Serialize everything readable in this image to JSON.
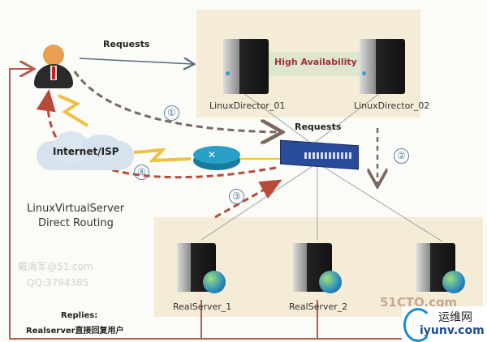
{
  "diagram": {
    "title_line1": "LinuxVirtualServer",
    "title_line2": "Direct Routing",
    "top_requests_label": "Requests",
    "switch_requests_label": "Requests",
    "ha_label": "High Availability",
    "internet_label": "Internet/ISP",
    "directors": [
      {
        "name": "LinuxDirector_01"
      },
      {
        "name": "LinuxDirector_02"
      }
    ],
    "real_servers": [
      {
        "name": "RealServer_1"
      },
      {
        "name": "RealServer_2"
      },
      {
        "name": ""
      }
    ],
    "steps": [
      "①",
      "②",
      "③",
      "④"
    ],
    "replies_line1": "Replies:",
    "replies_line2": "Realserver直接回复用户",
    "watermark_author": "戴海军@51.com",
    "watermark_qq": "QQ:3794385",
    "watermark_site": "51CTO.com",
    "badge_cn": "运维网",
    "badge_url": "iyunv.com",
    "colors": {
      "zone": "#f4ecd6",
      "step_blue": "#5a7fa8",
      "dashed_grey": "#7a6a60",
      "dashed_red": "#b84a3a",
      "reply_line": "#b85a50",
      "switch": "#2a4a9a",
      "router": "#2aa0c8",
      "lightning": "#f0c040"
    }
  }
}
